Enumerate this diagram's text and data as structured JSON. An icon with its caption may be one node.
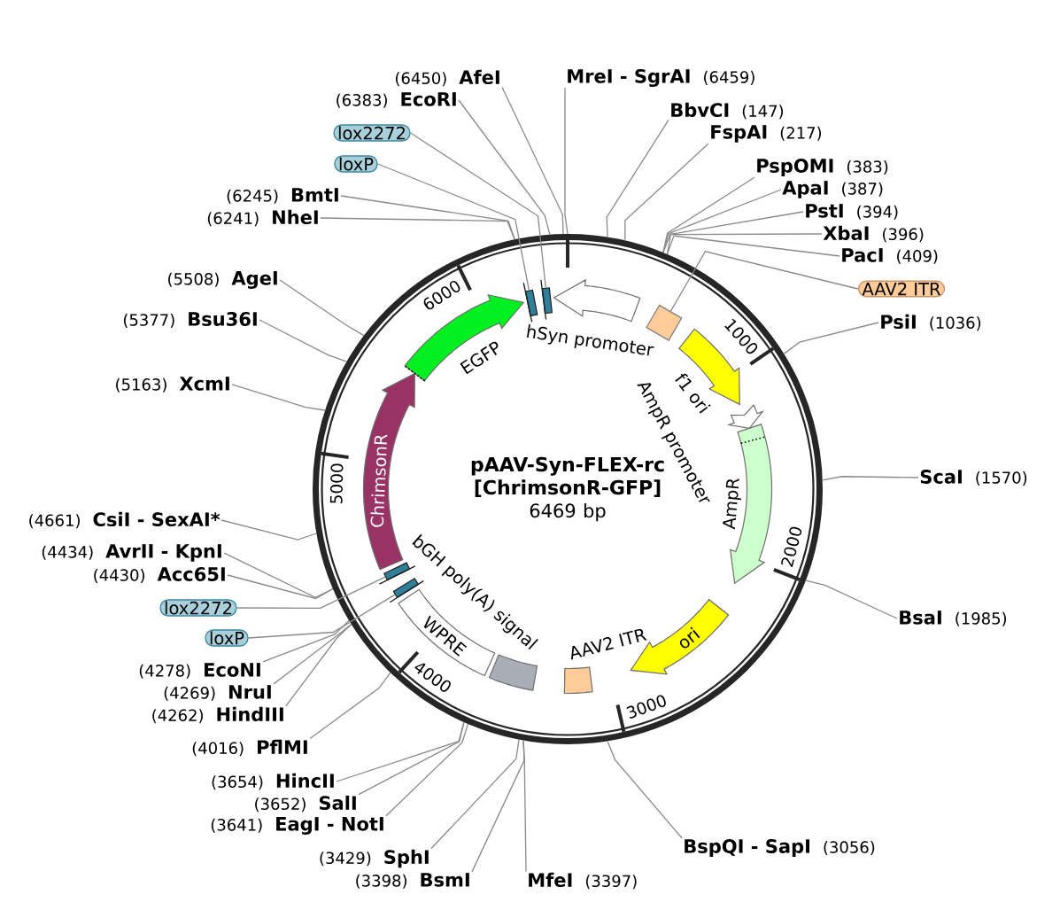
{
  "diagram": {
    "nodes": [
      {
        "text": [
          "pAAV-Syn-FLEX-rc [ChrimsonR-GFP]",
          "6469 bp"
        ]
      },
      {
        "text": [
          "hSyn promoter"
        ],
        "in": 0
      },
      {
        "text": [],
        "shape": "box",
        "in": 0
      },
      {
        "text": [
          "f1 ori"
        ],
        "in": 0
      },
      {
        "text": [
          "AmpR promoter"
        ],
        "in": 0
      },
      {
        "text": [
          "AmpR"
        ],
        "in": 0
      },
      {
        "text": [
          "ori"
        ],
        "in": 0
      },
      {
        "text": [
          "AAV2 ITR"
        ],
        "in": 0
      },
      {
        "text": [
          "bGH poly(A) signal"
        ],
        "in": 0
      },
      {
        "text": [
          "WPRE"
        ],
        "in": 0
      },
      {
        "text": [],
        "shape": "box",
        "in": 0
      },
      {
        "text": [],
        "shape": "box",
        "in": 0
      },
      {
        "text": [
          "ChrimsonR"
        ],
        "in": 0
      },
      {
        "text": [
          "EGFP"
        ],
        "in": 0
      },
      {
        "text": [],
        "shape": "box",
        "in": 0
      },
      {
        "text": [],
        "shape": "box",
        "in": 0
      },
      {
        "text": [
          "MreI - SgrAI",
          "(6459)"
        ]
      },
      {
        "text": [
          "BbvCI",
          "(147)"
        ]
      },
      {
        "text": [
          "FspAI",
          "(217)"
        ]
      },
      {
        "text": [
          "PspOMI",
          "(383)"
        ]
      },
      {
        "text": [
          "ApaI",
          "(387)"
        ]
      },
      {
        "text": [
          "PstI",
          "(394)"
        ]
      },
      {
        "text": [
          "XbaI",
          "(396)"
        ]
      },
      {
        "text": [
          "PacI",
          "(409)"
        ]
      },
      {
        "text": [
          "AAV2 ITR"
        ]
      },
      {
        "text": [
          "PsiI",
          "(1036)"
        ]
      },
      {
        "text": [
          "ScaI",
          "(1570)"
        ]
      },
      {
        "text": [
          "BsaI",
          "(1985)"
        ]
      },
      {
        "text": [
          "BspQI - SapI",
          "(3056)"
        ]
      },
      {
        "text": [
          "MfeI",
          "(3397)"
        ]
      },
      {
        "text": [
          "(3398)",
          "BsmI"
        ]
      },
      {
        "text": [
          "(3429)",
          "SphI"
        ]
      },
      {
        "text": [
          "(3641)",
          "EagI - NotI"
        ]
      },
      {
        "text": [
          "(3652)",
          "SalI"
        ]
      },
      {
        "text": [
          "(3654)",
          "HincII"
        ]
      },
      {
        "text": [
          "(4016)",
          "PflMI"
        ]
      },
      {
        "text": [
          "(4262)",
          "HindIII"
        ]
      },
      {
        "text": [
          "(4269)",
          "NruI"
        ]
      },
      {
        "text": [
          "(4278)",
          "EcoNI"
        ]
      },
      {
        "text": [
          "loxP"
        ]
      },
      {
        "text": [
          "lox2272"
        ]
      },
      {
        "text": [
          "(4430)",
          "Acc65I"
        ]
      },
      {
        "text": [
          "(4434)",
          "AvrII - KpnI"
        ]
      },
      {
        "text": [
          "(4661)",
          "CsiI - SexAI*"
        ]
      },
      {
        "text": [
          "(5163)",
          "XcmI"
        ]
      },
      {
        "text": [
          "(5377)",
          "Bsu36I"
        ]
      },
      {
        "text": [
          "(5508)",
          "AgeI"
        ]
      },
      {
        "text": [
          "(6241)",
          "NheI"
        ]
      },
      {
        "text": [
          "(6245)",
          "BmtI"
        ]
      },
      {
        "text": [
          "loxP"
        ]
      },
      {
        "text": [
          "lox2272"
        ]
      },
      {
        "text": [
          "(6383)",
          "EcoRI"
        ]
      },
      {
        "text": [
          "(6450)",
          "AfeI"
        ]
      }
    ],
    "edges": [
      {
        "from": 16,
        "to": 0,
        "arrow": "none"
      },
      {
        "from": 17,
        "to": 0,
        "arrow": "none"
      },
      {
        "from": 18,
        "to": 0,
        "arrow": "none"
      },
      {
        "from": 19,
        "to": 0,
        "arrow": "none"
      },
      {
        "from": 20,
        "to": 0,
        "arrow": "none"
      },
      {
        "from": 21,
        "to": 0,
        "arrow": "none"
      },
      {
        "from": 22,
        "to": 0,
        "arrow": "none"
      },
      {
        "from": 23,
        "to": 0,
        "arrow": "none"
      },
      {
        "from": 24,
        "to": 2,
        "arrow": "none"
      },
      {
        "from": 25,
        "to": 0,
        "arrow": "none"
      },
      {
        "from": 26,
        "to": 0,
        "arrow": "none"
      },
      {
        "from": 27,
        "to": 0,
        "arrow": "none"
      },
      {
        "from": 28,
        "to": 0,
        "arrow": "none"
      },
      {
        "from": 29,
        "to": 0,
        "arrow": "none"
      },
      {
        "from": 30,
        "to": 0,
        "arrow": "none"
      },
      {
        "from": 31,
        "to": 0,
        "arrow": "none"
      },
      {
        "from": 32,
        "to": 0,
        "arrow": "none"
      },
      {
        "from": 33,
        "to": 0,
        "arrow": "none"
      },
      {
        "from": 34,
        "to": 0,
        "arrow": "none"
      },
      {
        "from": 35,
        "to": 0,
        "arrow": "none"
      },
      {
        "from": 36,
        "to": 0,
        "arrow": "none"
      },
      {
        "from": 37,
        "to": 0,
        "arrow": "none"
      },
      {
        "from": 38,
        "to": 0,
        "arrow": "none"
      },
      {
        "from": 39,
        "to": 10,
        "arrow": "none"
      },
      {
        "from": 40,
        "to": 11,
        "arrow": "none"
      },
      {
        "from": 41,
        "to": 0,
        "arrow": "none"
      },
      {
        "from": 42,
        "to": 0,
        "arrow": "none"
      },
      {
        "from": 43,
        "to": 0,
        "arrow": "none"
      },
      {
        "from": 44,
        "to": 0,
        "arrow": "none"
      },
      {
        "from": 45,
        "to": 0,
        "arrow": "none"
      },
      {
        "from": 46,
        "to": 0,
        "arrow": "none"
      },
      {
        "from": 47,
        "to": 0,
        "arrow": "none"
      },
      {
        "from": 48,
        "to": 0,
        "arrow": "none"
      },
      {
        "from": 49,
        "to": 14,
        "arrow": "none"
      },
      {
        "from": 50,
        "to": 15,
        "arrow": "none"
      },
      {
        "from": 51,
        "to": 0,
        "arrow": "none"
      },
      {
        "from": 52,
        "to": 0,
        "arrow": "none"
      }
    ],
    "labels": [
      "1000",
      "2000",
      "3000",
      "4000",
      "5000",
      "6000"
    ]
  }
}
